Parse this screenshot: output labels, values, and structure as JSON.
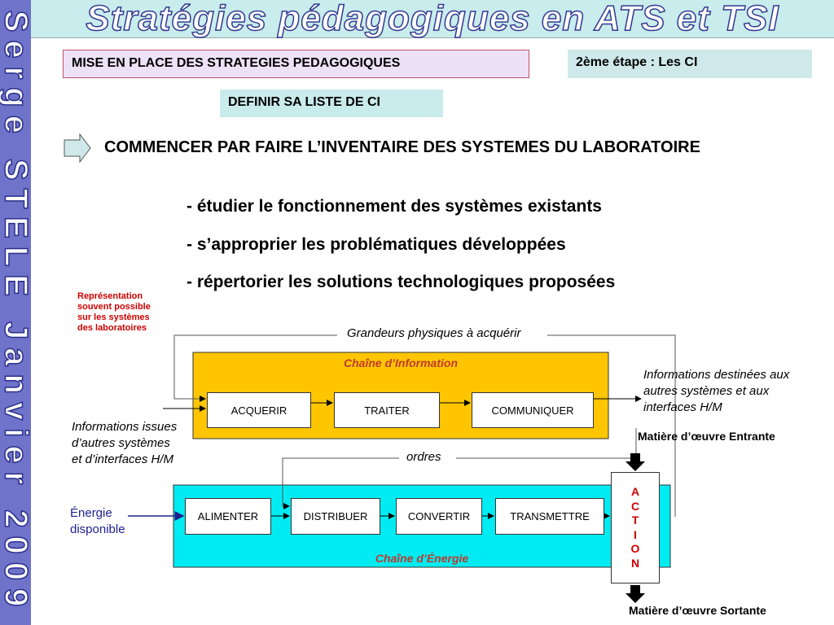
{
  "sidebar": {
    "text": "Serge STELE Janvier 2009"
  },
  "header": {
    "title": "Stratégies pédagogiques en ATS et TSI"
  },
  "boxes": {
    "mise": "MISE EN PLACE DES STRATEGIES PEDAGOGIQUES",
    "etape": "2ème étape : Les CI",
    "definir": "DEFINIR SA LISTE DE CI"
  },
  "main": {
    "title": "COMMENCER PAR FAIRE L’INVENTAIRE DES SYSTEMES DU LABORATOIRE",
    "bullets": [
      "- étudier le fonctionnement des systèmes existants",
      "- s’approprier les problématiques développées",
      "- répertorier les solutions technologiques proposées"
    ]
  },
  "note": "Représentation souvent possible sur les systèmes des laboratoires",
  "diagram": {
    "grandeurs": "Grandeurs physiques à acquérir",
    "chain_info": "Chaîne d’Information",
    "chain_energy": "Chaîne d’Énergie",
    "info_boxes": [
      "ACQUERIR",
      "TRAITER",
      "COMMUNIQUER"
    ],
    "energy_boxes": [
      "ALIMENTER",
      "DISTRIBUER",
      "CONVERTIR",
      "TRANSMETTRE"
    ],
    "ordres": "ordres",
    "info_dest": "Informations destinées aux autres systèmes et aux interfaces H/M",
    "info_issues": "Informations issues d’autres systèmes et d’interfaces H/M",
    "energie_dispo": "Énergie disponible",
    "moe_entrante": "Matière d’œuvre Entrante",
    "moe_sortante": "Matière d’œuvre Sortante",
    "action": [
      "A",
      "C",
      "T",
      "I",
      "O",
      "N"
    ]
  },
  "colors": {
    "info_chain": "#ffc600",
    "energy_chain": "#00ecf2",
    "action_text": "#cc0000"
  }
}
